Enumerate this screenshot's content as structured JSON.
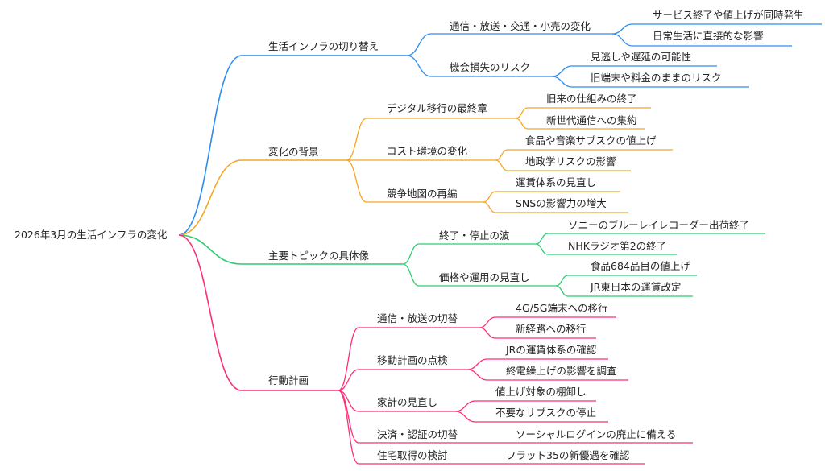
{
  "root": {
    "label": "2026年3月の生活インフラの変化"
  },
  "colors": {
    "blue": "#2d8cf0",
    "orange": "#f5a623",
    "green": "#2ecc71",
    "pink": "#ff2d78"
  },
  "branches": [
    {
      "label": "生活インフラの切り替え",
      "color": "#2d8cf0",
      "children": [
        {
          "label": "通信・放送・交通・小売の変化",
          "children": [
            {
              "label": "サービス終了や値上げが同時発生"
            },
            {
              "label": "日常生活に直接的な影響"
            }
          ]
        },
        {
          "label": "機会損失のリスク",
          "children": [
            {
              "label": "見逃しや遅延の可能性"
            },
            {
              "label": "旧端末や料金のままのリスク"
            }
          ]
        }
      ]
    },
    {
      "label": "変化の背景",
      "color": "#f5a623",
      "children": [
        {
          "label": "デジタル移行の最終章",
          "children": [
            {
              "label": "旧来の仕組みの終了"
            },
            {
              "label": "新世代通信への集約"
            }
          ]
        },
        {
          "label": "コスト環境の変化",
          "children": [
            {
              "label": "食品や音楽サブスクの値上げ"
            },
            {
              "label": "地政学リスクの影響"
            }
          ]
        },
        {
          "label": "競争地図の再編",
          "children": [
            {
              "label": "運賃体系の見直し"
            },
            {
              "label": "SNSの影響力の増大"
            }
          ]
        }
      ]
    },
    {
      "label": "主要トピックの具体像",
      "color": "#2ecc71",
      "children": [
        {
          "label": "終了・停止の波",
          "children": [
            {
              "label": "ソニーのブルーレイレコーダー出荷終了"
            },
            {
              "label": "NHKラジオ第2の終了"
            }
          ]
        },
        {
          "label": "価格や運用の見直し",
          "children": [
            {
              "label": "食品684品目の値上げ"
            },
            {
              "label": "JR東日本の運賃改定"
            }
          ]
        }
      ]
    },
    {
      "label": "行動計画",
      "color": "#ff2d78",
      "children": [
        {
          "label": "通信・放送の切替",
          "children": [
            {
              "label": "4G/5G端末への移行"
            },
            {
              "label": "新経路への移行"
            }
          ]
        },
        {
          "label": "移動計画の点検",
          "children": [
            {
              "label": "JRの運賃体系の確認"
            },
            {
              "label": "終電繰上げの影響を調査"
            }
          ]
        },
        {
          "label": "家計の見直し",
          "children": [
            {
              "label": "値上げ対象の棚卸し"
            },
            {
              "label": "不要なサブスクの停止"
            }
          ]
        },
        {
          "label": "決済・認証の切替",
          "children": [
            {
              "label": "ソーシャルログインの廃止に備える"
            }
          ]
        },
        {
          "label": "住宅取得の検討",
          "children": [
            {
              "label": "フラット35の新優遇を確認"
            }
          ]
        }
      ]
    }
  ]
}
